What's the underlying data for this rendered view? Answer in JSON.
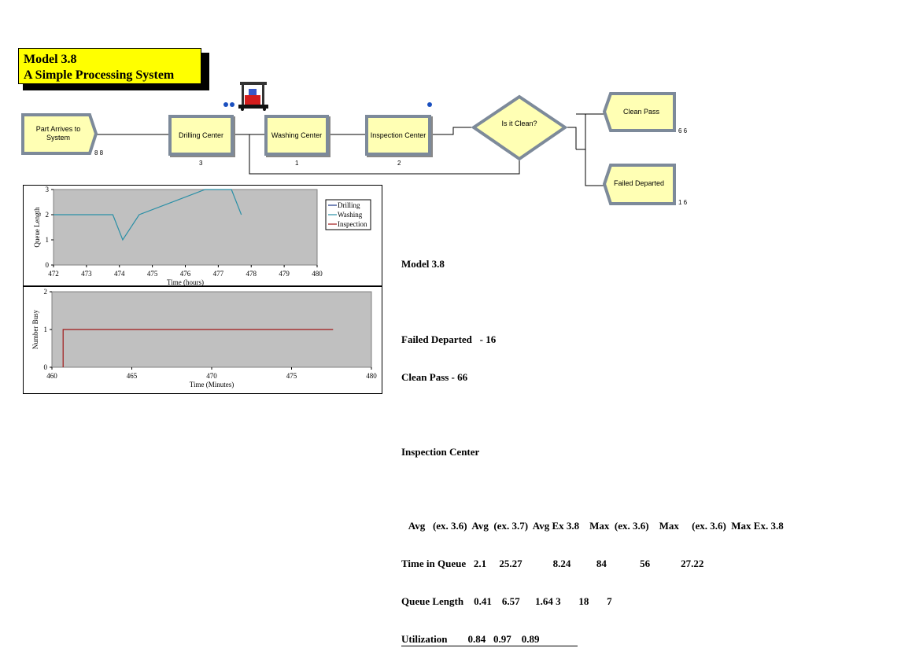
{
  "title": {
    "line1": "Model 3.8",
    "line2": "A Simple Processing System"
  },
  "flow": {
    "part_arrives": "Part Arrives to System",
    "part_arrives_count": "8 8",
    "drilling": "Drilling Center",
    "drilling_count": "3",
    "washing": "Washing Center",
    "washing_count": "1",
    "inspection": "Inspection Center",
    "inspection_count": "2",
    "decision": "Is it Clean?",
    "clean_pass": "Clean Pass",
    "clean_pass_count": "6 6",
    "failed_departed": "Failed Departed",
    "failed_departed_count": "1 6"
  },
  "chart_data": [
    {
      "type": "line",
      "ylabel": "Queue Length",
      "xlabel": "Time (hours)",
      "xlim": [
        472,
        480
      ],
      "ylim": [
        0,
        3
      ],
      "xticks": [
        "472",
        "473",
        "474",
        "475",
        "476",
        "477",
        "478",
        "479",
        "480"
      ],
      "yticks": [
        "0",
        "1",
        "2",
        "3"
      ],
      "legend": [
        "Drilling",
        "Washing",
        "Inspection"
      ],
      "series": [
        {
          "name": "Washing",
          "color": "#2a8fa6",
          "x": [
            472,
            473.8,
            474.1,
            474.6,
            476.6,
            477.4,
            477.7
          ],
          "y": [
            2,
            2,
            1,
            2,
            3,
            3,
            2
          ]
        }
      ]
    },
    {
      "type": "line",
      "ylabel": "Number Busy",
      "xlabel": "Time (Minutes)",
      "xlim": [
        460,
        480
      ],
      "ylim": [
        0,
        2
      ],
      "xticks": [
        "460",
        "465",
        "470",
        "475",
        "480"
      ],
      "yticks": [
        "0",
        "1",
        "2"
      ],
      "series": [
        {
          "color": "#a01818",
          "x": [
            460.7,
            460.7,
            477.6
          ],
          "y": [
            0,
            1,
            1
          ]
        }
      ]
    }
  ],
  "stats": {
    "heading": "Model 3.8",
    "failed": "Failed Departed   - 16",
    "clean": "Clean Pass - 66",
    "inspection_heading": "Inspection Center",
    "col_header": "      Avg   (ex. 3.6)  Avg  (ex. 3.7)  Avg Ex 3.8    Max  (ex. 3.6)    Max     (ex. 3.6)  Max Ex. 3.8",
    "row_queue_time": "Time in Queue   2.1     25.27            8.24          84             56            27.22",
    "row_queue_len": "Queue Length    0.41    6.57      1.64 3       18       7",
    "row_util": "Utilization        0.84   0.97    0.89"
  }
}
